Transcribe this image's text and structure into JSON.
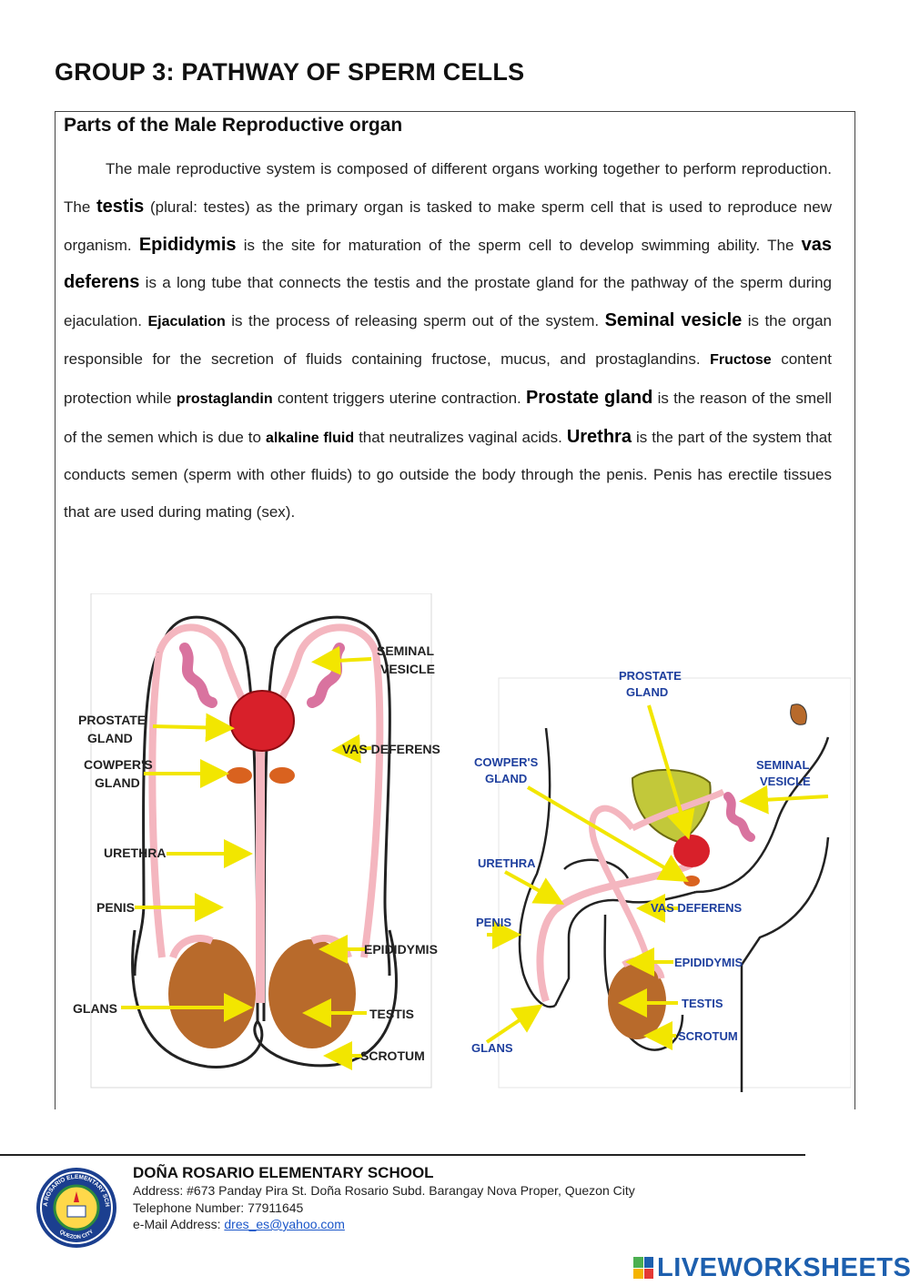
{
  "page": {
    "title": "GROUP 3: PATHWAY OF SPERM CELLS"
  },
  "section": {
    "heading": "Parts of the Male Reproductive organ",
    "paragraph": [
      {
        "t": "The male reproductive system is composed of different organs working together to perform reproduction. The "
      },
      {
        "b": "testis",
        "s": "k1"
      },
      {
        "t": " (plural: testes) as the primary organ is tasked to make sperm cell that is used to reproduce new organism. "
      },
      {
        "b": "Epididymis",
        "s": "k1"
      },
      {
        "t": " is the site for maturation of the sperm cell to develop swimming ability. The "
      },
      {
        "b": "vas deferens",
        "s": "k1"
      },
      {
        "t": " is a long tube that connects the testis and the prostate gland for the pathway of the sperm during ejaculation. "
      },
      {
        "b": "Ejaculation",
        "s": "k2"
      },
      {
        "t": " is the process of releasing sperm out of the system. "
      },
      {
        "b": "Seminal vesicle",
        "s": "k1"
      },
      {
        "t": " is the organ responsible for the secretion of fluids containing fructose, mucus, and prostaglandins. "
      },
      {
        "b": "Fructose",
        "s": "k2"
      },
      {
        "t": " content protection while "
      },
      {
        "b": "prostaglandin",
        "s": "k2"
      },
      {
        "t": " content triggers uterine contraction. "
      },
      {
        "b": "Prostate gland",
        "s": "k1"
      },
      {
        "t": " is the reason of the smell of the semen which is due to "
      },
      {
        "b": "alkaline fluid",
        "s": "k2"
      },
      {
        "t": " that neutralizes vaginal acids. "
      },
      {
        "b": "Urethra",
        "s": "k1"
      },
      {
        "t": " is the part of the system that conducts semen (sperm with other fluids) to go outside the body through the penis. Penis has erectile tissues that are used during mating (sex)."
      }
    ]
  },
  "diagram_front": {
    "labels": {
      "seminal1": "SEMINAL",
      "seminal2": "VESICLE",
      "prostate1": "PROSTATE",
      "prostate2": "GLAND",
      "cowper1": "COWPER'S",
      "cowper2": "GLAND",
      "vas": "VAS DEFERENS",
      "urethra": "URETHRA",
      "penis": "PENIS",
      "epididymis": "EPIDIDYMIS",
      "glans": "GLANS",
      "testis": "TESTIS",
      "scrotum": "SCROTUM"
    }
  },
  "diagram_side": {
    "labels": {
      "prostate1": "PROSTATE",
      "prostate2": "GLAND",
      "cowper1": "COWPER'S",
      "cowper2": "GLAND",
      "seminal1": "SEMINAL",
      "seminal2": "VESICLE",
      "urethra": "URETHRA",
      "vas": "VAS DEFERENS",
      "penis": "PENIS",
      "epididymis": "EPIDIDYMIS",
      "testis": "TESTIS",
      "scrotum": "SCROTUM",
      "glans": "GLANS"
    }
  },
  "footer": {
    "school": "DOÑA ROSARIO ELEMENTARY SCHOOL",
    "address": "Address: #673 Panday Pira St. Doña Rosario Subd. Barangay Nova Proper, Quezon City",
    "phone": "Telephone Number: 77911645",
    "email_label": "e-Mail Address: ",
    "email": "dres_es@yahoo.com",
    "brand": "LIVEWORKSHEETS",
    "seal_text": "DOÑA ROSARIO ELEMENTARY SCHOOL",
    "seal_city": "QUEZON CITY"
  },
  "colors": {
    "arrow": "#f2e600",
    "tube": "#f4b6bf",
    "prostate": "#d8202a",
    "testis": "#b86a2b",
    "vesicle": "#d9739f",
    "brand": "#1d5fae"
  }
}
